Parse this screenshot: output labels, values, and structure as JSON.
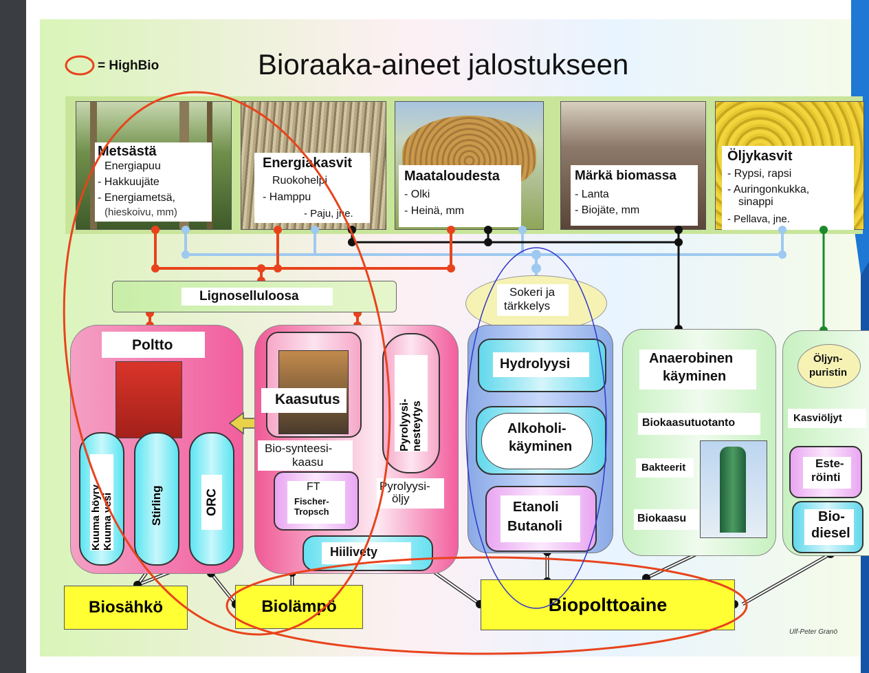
{
  "legend": {
    "label": "= HighBio"
  },
  "title": "Bioraaka-aineet jalostukseen",
  "sources": [
    {
      "heading": "Metsästä",
      "lines": [
        "Energiapuu",
        "- Hakkuujäte",
        "- Energiametsä,",
        "(hieskoivu, mm)"
      ]
    },
    {
      "heading": "Energiakasvit",
      "lines": [
        "Ruokohelpi",
        "- Hamppu",
        "- Paju, jne."
      ]
    },
    {
      "heading": "Maataloudesta",
      "lines": [
        "- Olki",
        "- Heinä, mm"
      ]
    },
    {
      "heading": "Märkä biomassa",
      "lines": [
        "- Lanta",
        "- Biojäte, mm"
      ]
    },
    {
      "heading": "Öljykasvit",
      "lines": [
        "- Rypsi, rapsi",
        "- Auringonkukka,",
        "sinappi",
        "- Pellava, jne."
      ]
    }
  ],
  "lignoselluloosa": "Lignoselluloosa",
  "sokeri": [
    "Sokeri ja",
    "tärkkelys"
  ],
  "poltto": {
    "title": "Poltto",
    "tubes": [
      "Kuuma höyry Kuuma vesi",
      "Stirling",
      "ORC"
    ]
  },
  "kaasutus": {
    "title": "Kaasutus",
    "syngas": [
      "Bio-synteesi-",
      "kaasu"
    ],
    "ft": [
      "FT",
      "Fischer-",
      "Tropsch"
    ],
    "pyro_tank": "Pyrolyysi-nesteytys",
    "pyro_oil": [
      "Pyrolyysi-",
      "öljy"
    ],
    "hiilivety": "Hiilivety"
  },
  "hydro": {
    "hydrolyysi": "Hydrolyysi",
    "alkoholi": [
      "Alkoholi-",
      "käyminen"
    ],
    "etanoli": [
      "Etanoli",
      "Butanoli"
    ]
  },
  "anaer": {
    "title": [
      "Anaerobinen",
      "käyminen"
    ],
    "biokaasutuotanto": "Biokaasutuotanto",
    "bakteerit": "Bakteerit",
    "biokaasu": "Biokaasu"
  },
  "oil": {
    "puristin": [
      "Öljyn-",
      "puristin"
    ],
    "kasvioljyt": "Kasviöljyt",
    "esterointi": [
      "Este-",
      "röinti"
    ],
    "biodiesel": [
      "Bio-",
      "diesel"
    ]
  },
  "outputs": {
    "biosahko": "Biosähkö",
    "biolampo": "Biolämpö",
    "biopolttoaine": "Biopolttoaine"
  },
  "credit": "Ulf-Peter Granö",
  "colors": {
    "highbio": "#e8431c",
    "wood_line": "#e8431c",
    "sugar_line": "#9ec9f0",
    "black_line": "#111111",
    "oil_line": "#1c8a2c",
    "output": "#ffff33"
  }
}
